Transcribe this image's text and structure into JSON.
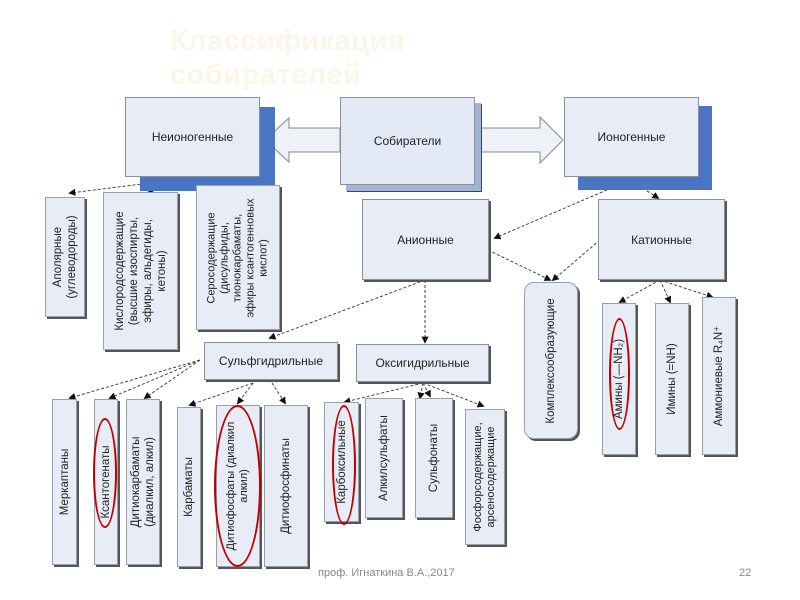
{
  "title": {
    "line1": "Классификация",
    "line2": "собирателей"
  },
  "nodes": {
    "collectors": "Собиратели",
    "nonionic": "Неионогенные",
    "ionic": "Ионогенные",
    "anionic": "Анионные",
    "cationic": "Катионные",
    "complexing": "Комплексообразующие",
    "sulfhydryl": "Сульфгидрильные",
    "oxyhydryl": "Оксигидрильные"
  },
  "nonionic_children": [
    {
      "line1": "Аполярные",
      "line2": "(углеводороды)"
    },
    {
      "line1": "Кислородсодержащие",
      "line2": "(высшие изоспирты,",
      "line3": "эфиры, альдегиды,",
      "line4": "кетоны)"
    },
    {
      "line1": "Серосодержащие",
      "line2": "(дисульфиды,",
      "line3": "тионокарбаматы,",
      "line4": "эфиры ксантогенновых",
      "line5": "кислот)"
    }
  ],
  "cationic_children": [
    {
      "label": "Амины (—NH₂)",
      "highlighted": true
    },
    {
      "label": "Имины (=NH)",
      "highlighted": false
    },
    {
      "label": "Аммониевые R₄N⁺",
      "highlighted": false
    }
  ],
  "sulfhydryl_children": [
    {
      "line1": "Меркаптаны",
      "highlighted": false
    },
    {
      "line1": "Ксантогенаты",
      "highlighted": true
    },
    {
      "line1": "Дитиокарбаматы",
      "line2": "(диалкил, алкил)",
      "highlighted": false
    },
    {
      "line1": "Карбаматы",
      "highlighted": false
    },
    {
      "line1": "Дитиофосфаты (диалкил",
      "line2": "алкил)",
      "highlighted": true
    },
    {
      "line1": "Дитиофосфинаты",
      "highlighted": false
    }
  ],
  "oxyhydryl_children": [
    {
      "line1": "Карбоксильные",
      "highlighted": true
    },
    {
      "line1": "Алкилсульфаты",
      "highlighted": false
    },
    {
      "line1": "Сульфонаты",
      "highlighted": false
    },
    {
      "line1": "Фосфорсодержащие,",
      "line2": "арсеносодержащие",
      "highlighted": false
    }
  ],
  "footer": {
    "author": "проф. Игнаткина В.А.,2017",
    "page": "22"
  },
  "colors": {
    "box_fill": "#e7ecf6",
    "shadow_blue": "#4a74c4",
    "highlight": "#c00000",
    "title": "#fbf6e6"
  }
}
